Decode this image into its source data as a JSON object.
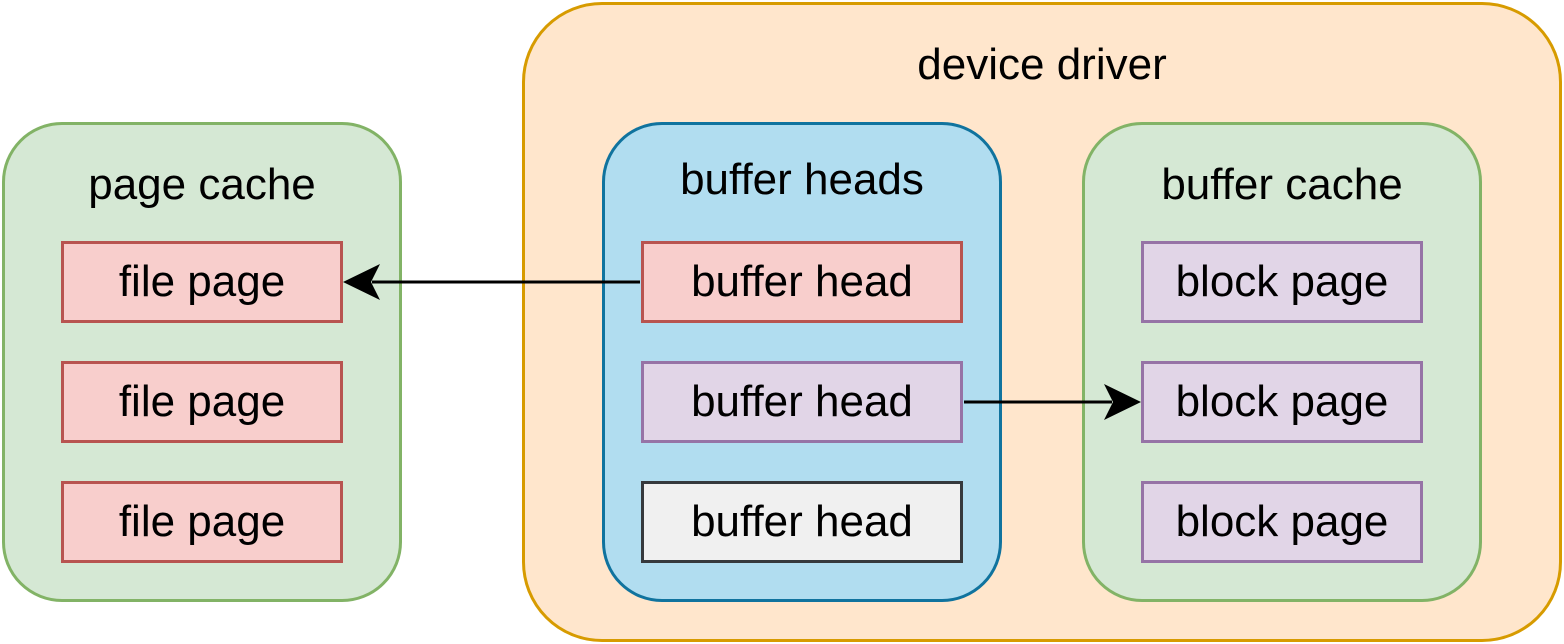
{
  "colors": {
    "device_driver_fill": "#ffe6cc",
    "device_driver_stroke": "#d79b00",
    "green_fill": "#d5e8d4",
    "green_stroke": "#82b366",
    "blue_fill": "#b1ddf0",
    "blue_stroke": "#10739e",
    "red_fill": "#f8cecc",
    "red_stroke": "#b85450",
    "purple_fill": "#e1d5e7",
    "purple_stroke": "#9673a6",
    "gray_fill": "#f0f0f0",
    "gray_stroke": "#36393d",
    "arrow": "#000000"
  },
  "device_driver": {
    "label": "device driver"
  },
  "page_cache": {
    "label": "page cache",
    "items": [
      "file page",
      "file page",
      "file page"
    ]
  },
  "buffer_heads": {
    "label": "buffer heads",
    "items": [
      "buffer head",
      "buffer head",
      "buffer head"
    ]
  },
  "buffer_cache": {
    "label": "buffer cache",
    "items": [
      "block page",
      "block page",
      "block page"
    ]
  },
  "edges": [
    {
      "from": "buffer_heads.items.0",
      "to": "page_cache.items.0"
    },
    {
      "from": "buffer_heads.items.1",
      "to": "buffer_cache.items.1"
    }
  ]
}
